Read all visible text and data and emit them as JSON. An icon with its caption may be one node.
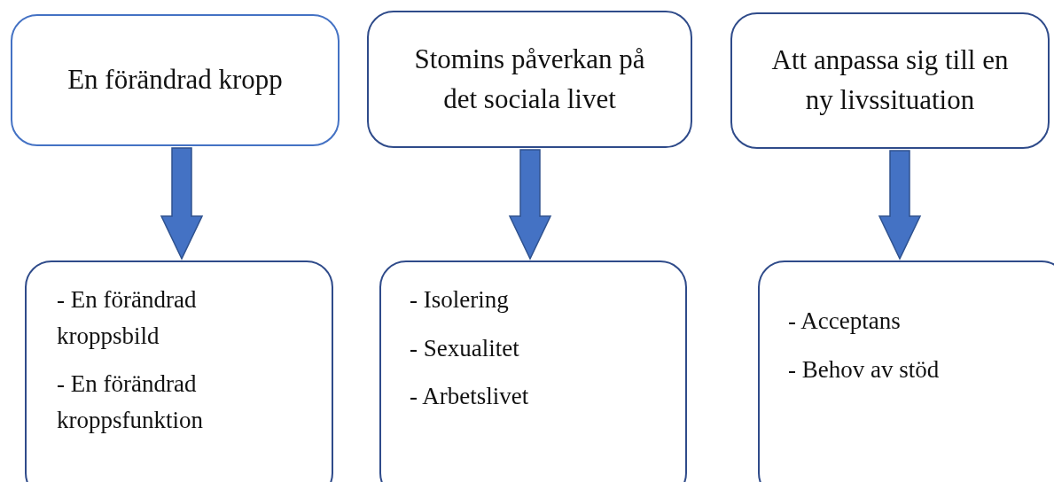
{
  "diagram": {
    "nodes": [
      {
        "text": [
          "En förändrad kropp"
        ]
      },
      {
        "text": [
          "Stomins påverkan på det sociala livet"
        ]
      },
      {
        "text": [
          "Att anpassa sig till en ny livssituation"
        ]
      },
      {
        "text": [
          "- En förändrad kroppsbild",
          "- En förändrad kroppsfunktion"
        ]
      },
      {
        "text": [
          "- Isolering",
          "- Sexualitet",
          "- Arbetslivet"
        ]
      },
      {
        "text": [
          "- Acceptans",
          "- Behov av stöd"
        ]
      }
    ],
    "edges": [
      {
        "from": 0,
        "to": 3,
        "arrow": "to"
      },
      {
        "from": 1,
        "to": 4,
        "arrow": "to"
      },
      {
        "from": 2,
        "to": 5,
        "arrow": "to"
      }
    ]
  }
}
